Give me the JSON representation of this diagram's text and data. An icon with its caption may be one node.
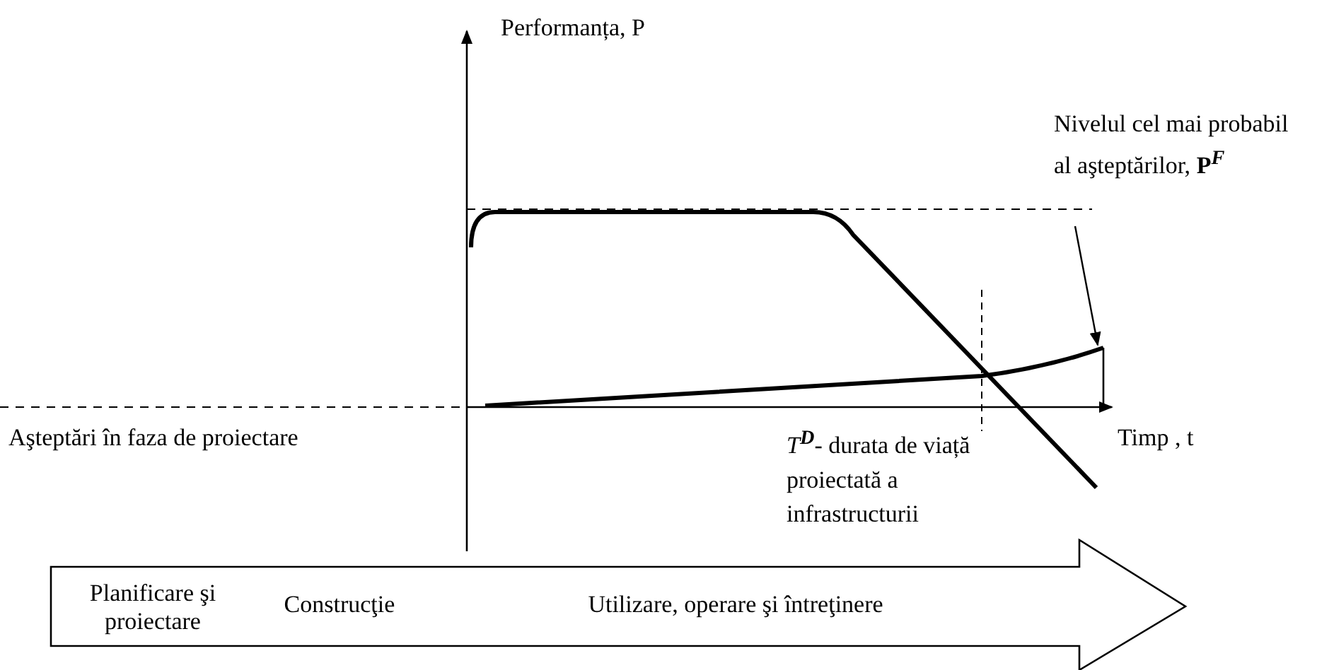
{
  "diagram": {
    "nodes": [
      {
        "text": [
          "Planificare şi proiectare",
          "Construcţie",
          "Utilizare, operare şi întreţinere"
        ]
      },
      {
        "text": [
          "Nivelul cel mai probabil al aşteptărilor, **P**$^{F}$"
        ]
      },
      {
        "text": [],
        "shape": "line"
      }
    ],
    "edges": [
      {
        "from": 1,
        "to": 2,
        "arrow": "to"
      }
    ],
    "labels": [
      "Performanța, P",
      "Aşteptări în faza de proiectare",
      "*T*$^{D}$- durata de viață proiectată a infrastructurii",
      "Timp , t"
    ]
  }
}
